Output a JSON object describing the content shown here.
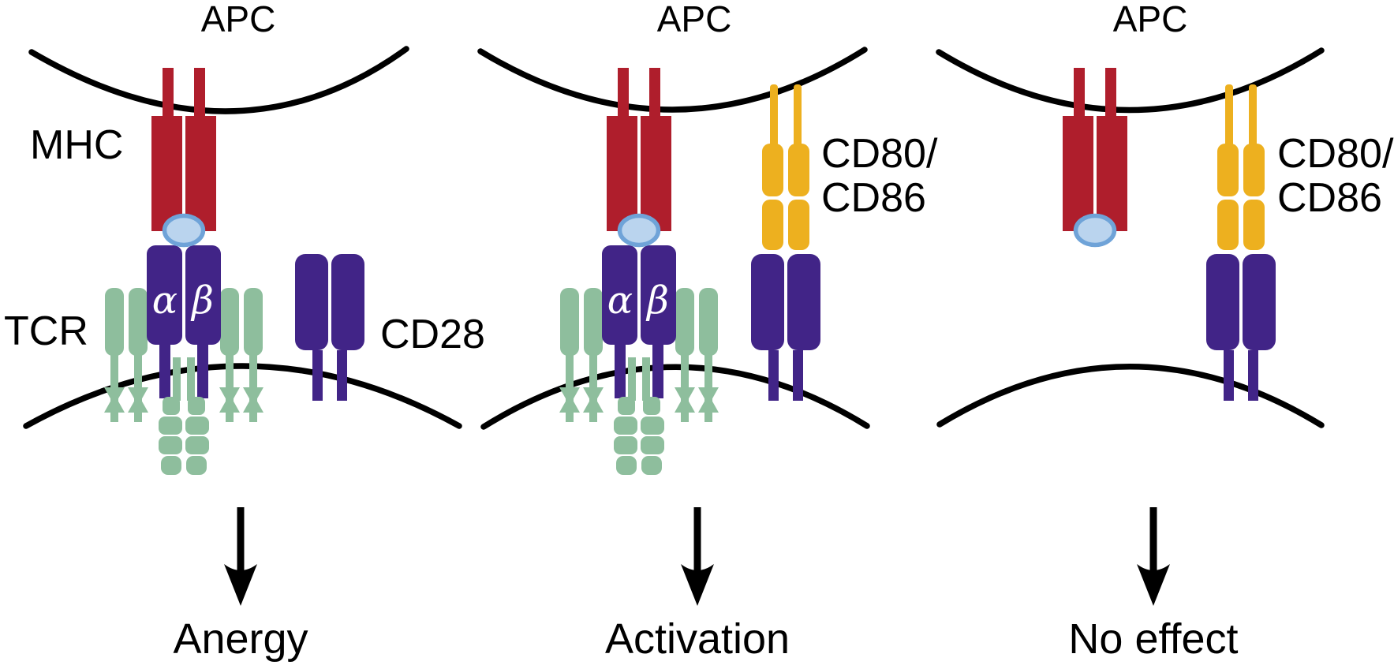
{
  "figure": {
    "type": "immunology-diagram",
    "description_visible_text_only": true
  },
  "colors": {
    "line": "#000000",
    "mhcRed": "#af1e2c",
    "purple": "#412487",
    "green": "#8ebe9d",
    "yellow": "#edb01f",
    "peptideFill": "#bad4ee",
    "peptideStroke": "#6fa3d8",
    "background": "#ffffff"
  },
  "icons": {
    "down-arrow-icon": "↓"
  },
  "shared": {
    "apc_label": "APC",
    "tcr_alpha": "α",
    "tcr_beta": "β",
    "costim_line1": "CD80/",
    "costim_line2": "CD86"
  },
  "panels": [
    {
      "apc_label": "APC",
      "mhc_label": "MHC",
      "tcr_label": "TCR",
      "cd28_label": "CD28",
      "tcr_alpha": "α",
      "tcr_beta": "β",
      "outcome": "Anergy"
    },
    {
      "apc_label": "APC",
      "costim_line1": "CD80/",
      "costim_line2": "CD86",
      "tcr_alpha": "α",
      "tcr_beta": "β",
      "outcome": "Activation"
    },
    {
      "apc_label": "APC",
      "costim_line1": "CD80/",
      "costim_line2": "CD86",
      "outcome": "No effect"
    }
  ]
}
